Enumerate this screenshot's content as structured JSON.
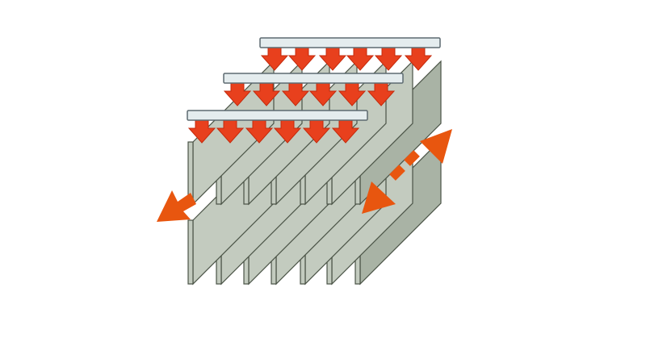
{
  "diagram": {
    "description_text": "",
    "colors": {
      "background": "#ffffff",
      "panel_face": "#c3cbbf",
      "panel_side": "#a9b3a5",
      "panel_stroke": "#4a5346",
      "bar_fill": "#e4ecee",
      "bar_stroke": "#5d6a70",
      "arrow_fill": "#e8401d",
      "arrow_stroke": "#c42a0c",
      "flow_arrow": "#e8560f"
    },
    "icons": {
      "downward_flow": "down-arrow-icon",
      "lateral_flow": "left-arrow-icon",
      "through_flow": "double-headed-dashed-arrow-icon"
    },
    "structure": {
      "bar_count": 3,
      "arrows_per_bar": 6,
      "plates_per_layer": 7,
      "layers": 2
    }
  }
}
